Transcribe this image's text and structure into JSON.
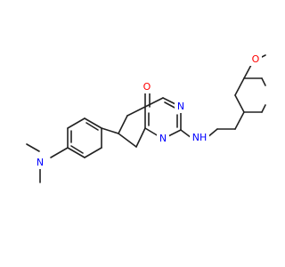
{
  "molecule": {
    "atoms": {
      "ketone_oxygen": "O",
      "ring_nitrogen_top": "N",
      "ring_nitrogen_bottom": "N",
      "amine_nh": "NH",
      "methoxy_oxygen": "O",
      "dimethylamino_nitrogen": "N"
    },
    "colors": {
      "bond": "#222222",
      "oxygen": "#ff0000",
      "nitrogen": "#0000ff"
    }
  }
}
